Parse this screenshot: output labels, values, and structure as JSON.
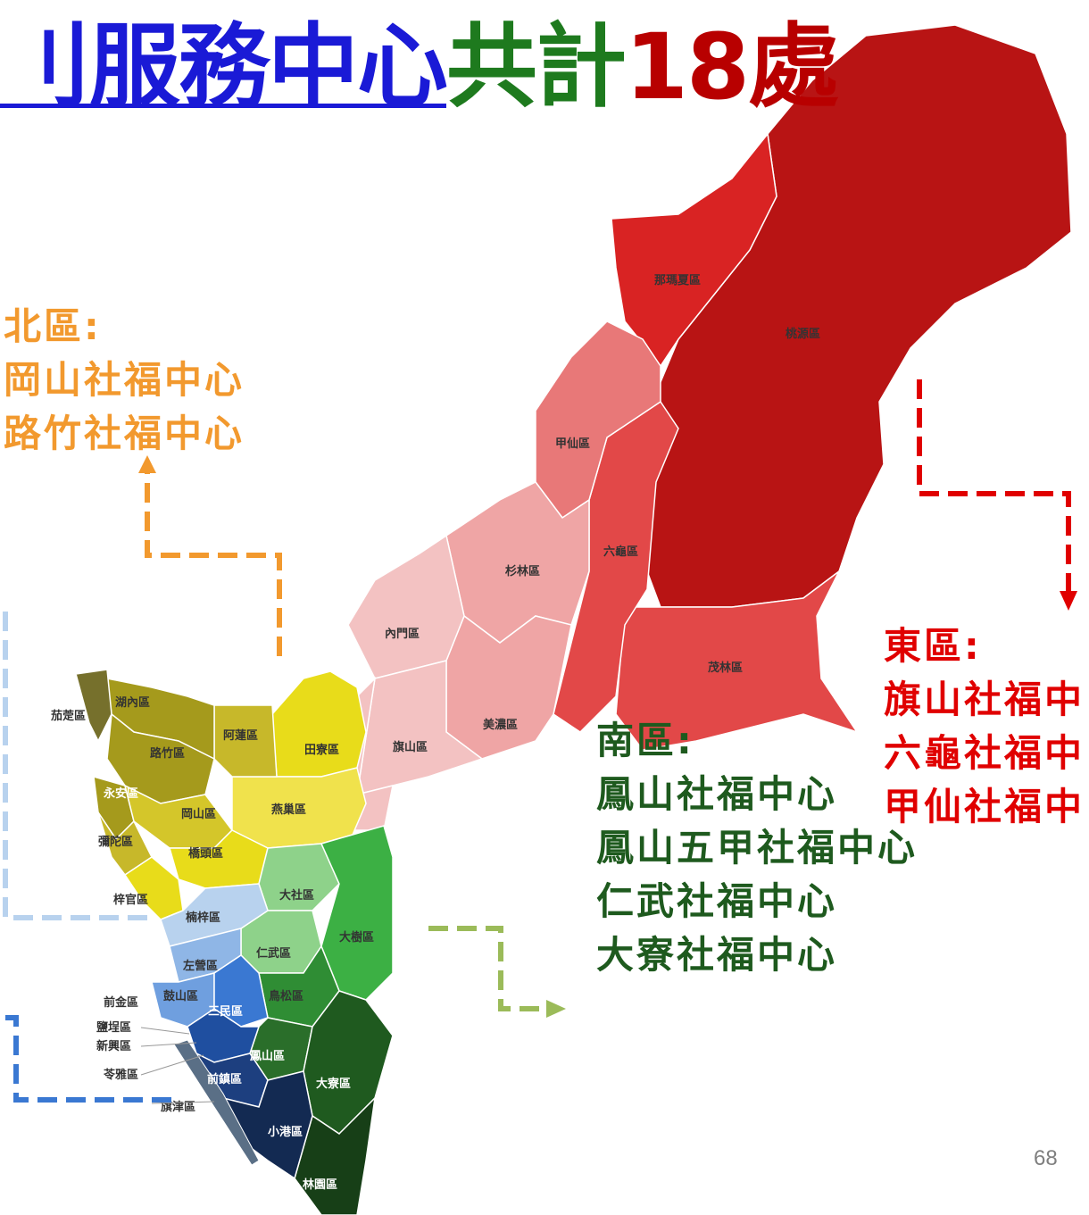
{
  "title": {
    "link_text": "刂服務中心",
    "text_green": "共計",
    "text_number": "18處"
  },
  "regions": {
    "north": {
      "header": "北區:",
      "centers": [
        "岡山社福中心",
        "路竹社福中心"
      ],
      "color": "#f2992e"
    },
    "east": {
      "header": "東區:",
      "centers": [
        "旗山社福中",
        "六龜社福中",
        "甲仙社福中"
      ],
      "color": "#e00000"
    },
    "south": {
      "header": "南區:",
      "centers": [
        "鳳山社福中心",
        "鳳山五甲社福中心",
        "仁武社福中心",
        "大寮社福中心"
      ],
      "color": "#1e5a1e"
    }
  },
  "map_labels": {
    "namaxia": "那瑪夏區",
    "taoyuan": "桃源區",
    "jiaxian": "甲仙區",
    "liugui": "六龜區",
    "shanlin": "杉林區",
    "maolin": "茂林區",
    "neimen": "內門區",
    "meinong": "美濃區",
    "qishan": "旗山區",
    "tianliao": "田寮區",
    "hunei": "湖內區",
    "qieding": "茄萣區",
    "luzhu": "路竹區",
    "alian": "阿蓮區",
    "yongan": "永安區",
    "gangshan": "岡山區",
    "mituo": "彌陀區",
    "yanchao": "燕巢區",
    "qiaotou": "橋頭區",
    "dashe": "大社區",
    "ziguan": "梓官區",
    "nanzi": "楠梓區",
    "dashu": "大樹區",
    "renwu": "仁武區",
    "zuoying": "左營區",
    "niaosong": "鳥松區",
    "qianjin": "前金區",
    "gushan": "鼓山區",
    "sanmin": "三民區",
    "yancheng": "鹽埕區",
    "xinxing": "新興區",
    "fengshan": "鳳山區",
    "lingya": "苓雅區",
    "qianzhen": "前鎮區",
    "daliao": "大寮區",
    "cijin": "旗津區",
    "xiaogang": "小港區",
    "linyuan": "林園區"
  },
  "map_colors": {
    "east_dark": "#b81414",
    "east_mid": "#d92323",
    "east_light": "#e24848",
    "pink_mid": "#e87878",
    "pink_light": "#efa5a5",
    "pink_pale": "#f3c2c2",
    "yellow": "#e8dc1a",
    "olive": "#a59a1c",
    "olive_dark": "#76702c",
    "light_green": "#8ed28a",
    "green": "#3cb044",
    "dark_green": "#1f5a1f",
    "light_blue": "#b8d2ee",
    "blue": "#3a78d2",
    "navy": "#132a52"
  },
  "page_number": "68"
}
